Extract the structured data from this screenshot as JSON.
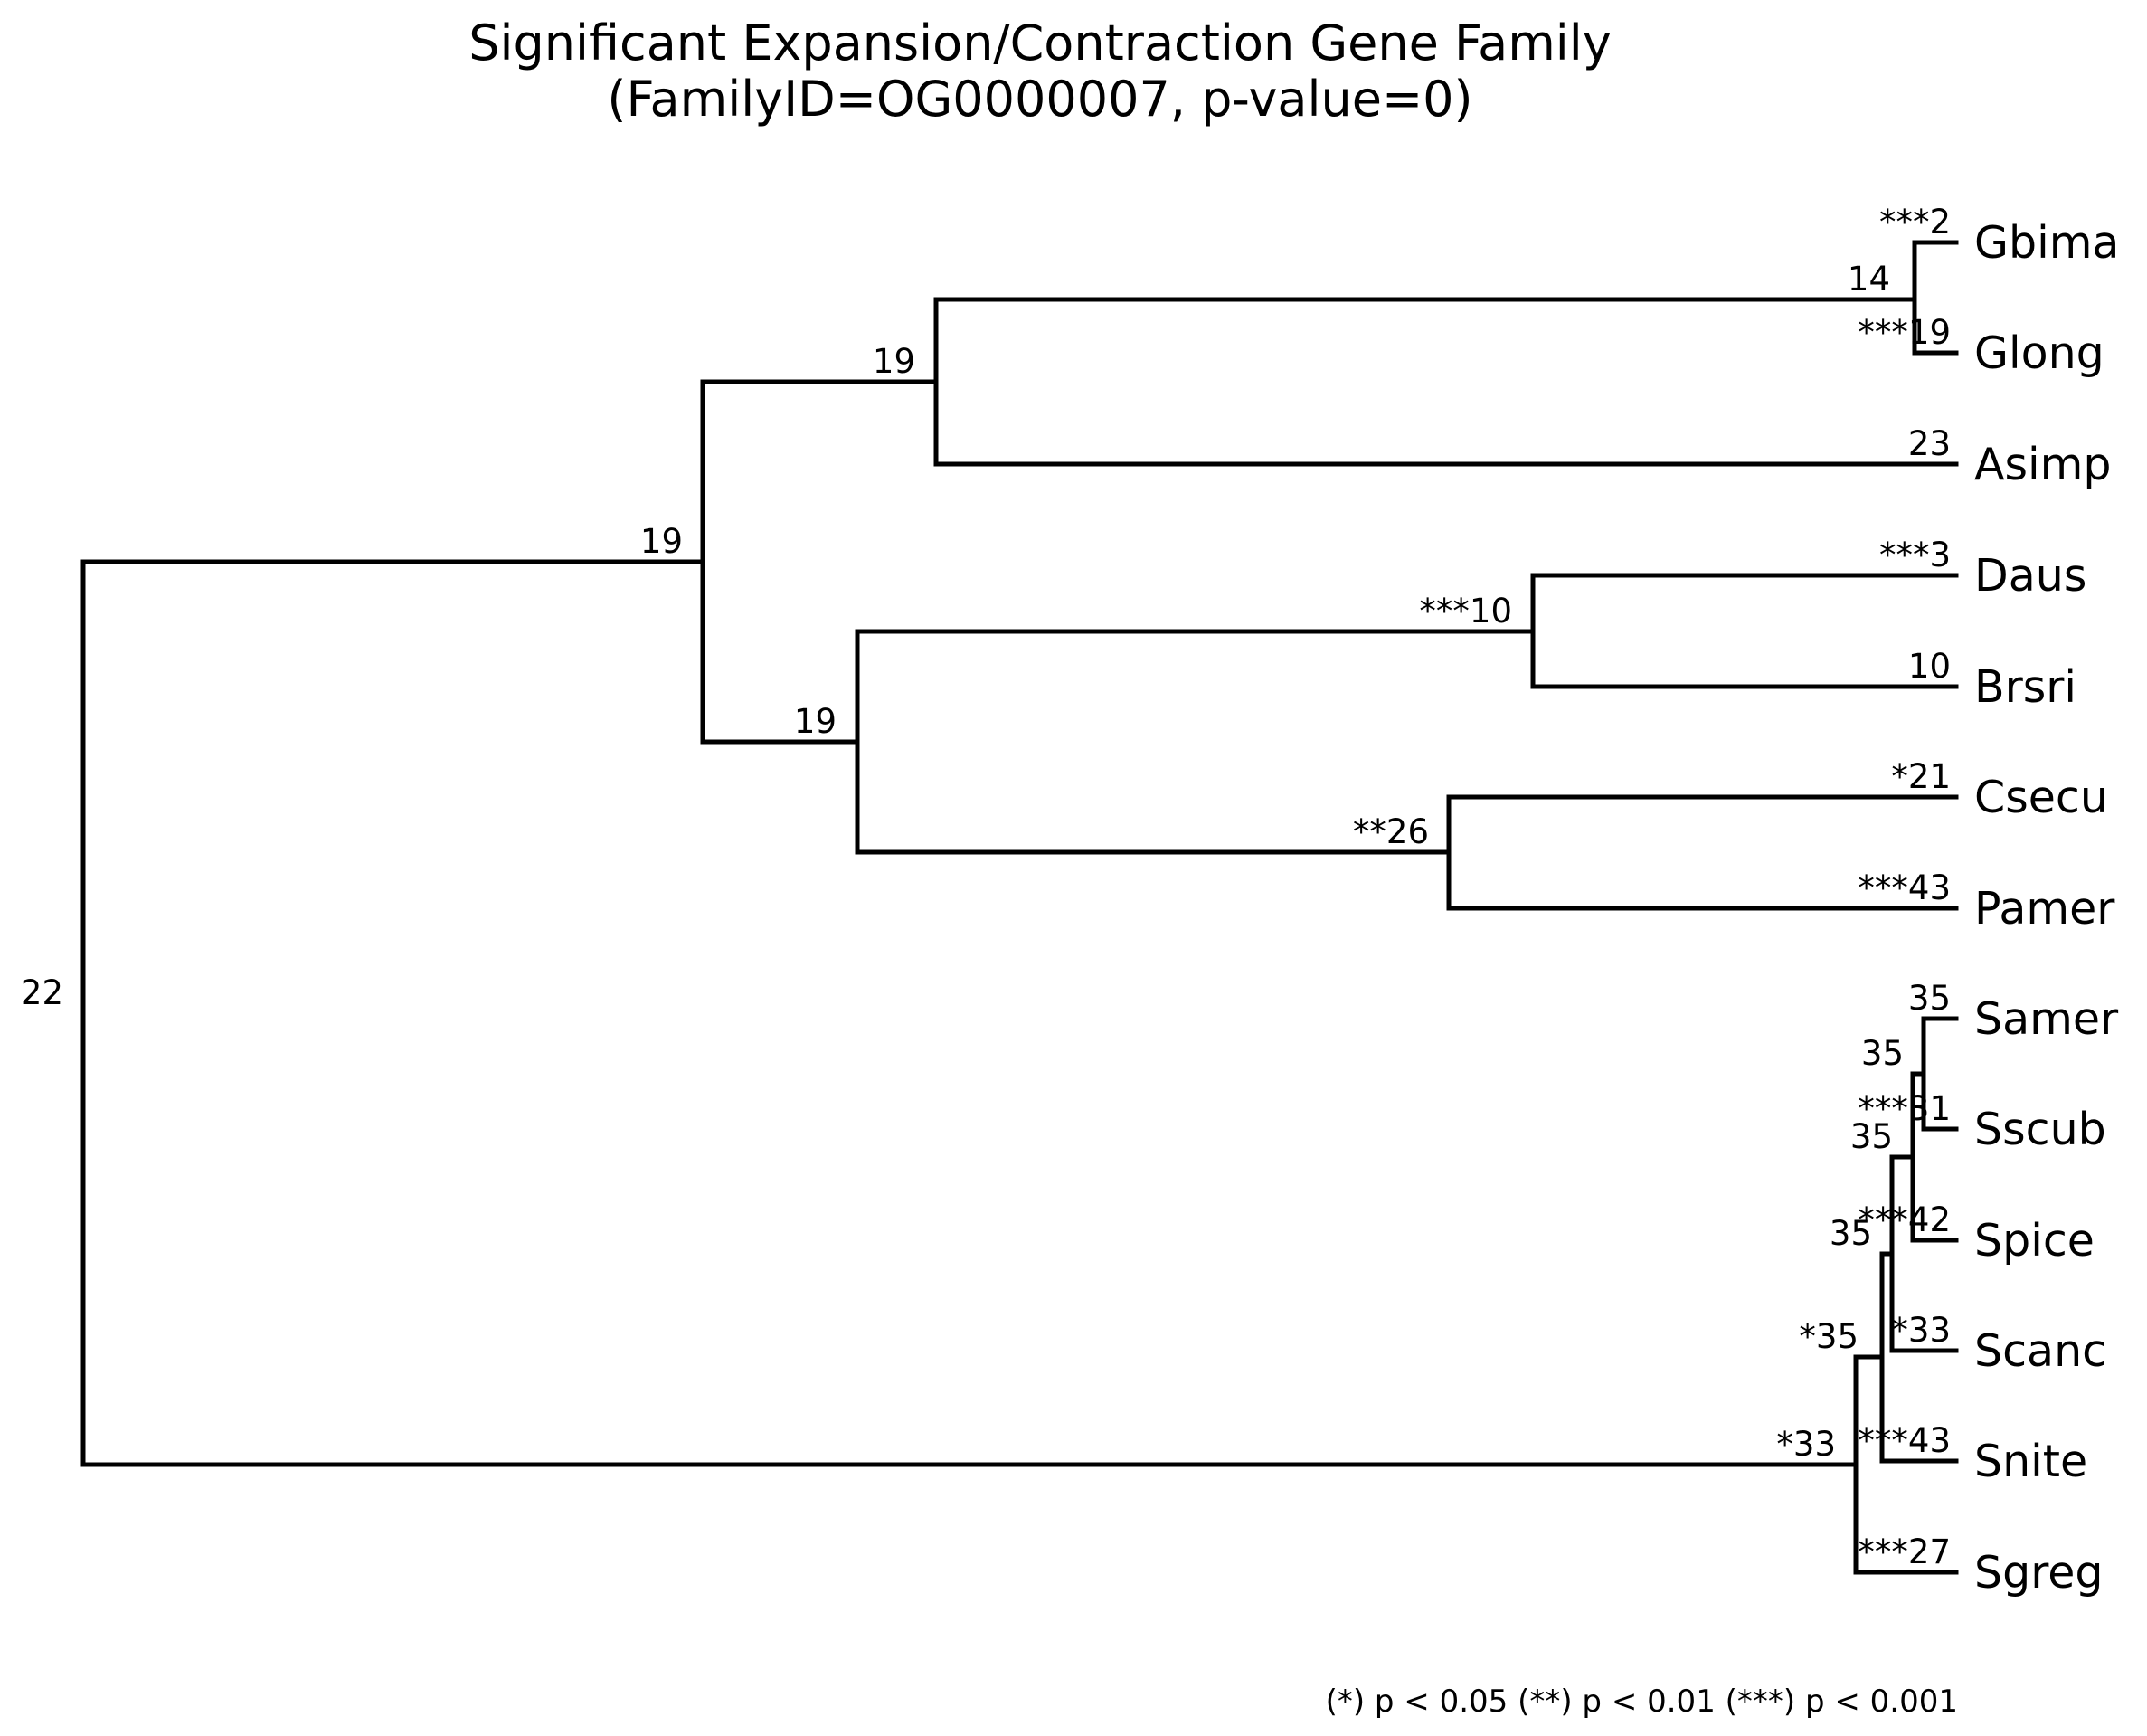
{
  "title": {
    "line1": "Significant Expansion/Contraction Gene Family",
    "line2": "(FamilyID=OG0000007, p-value=0)"
  },
  "legend": {
    "text": "(*) p < 0.05  (**) p < 0.01  (***) p < 0.001"
  },
  "colors": {
    "black": "#000000",
    "significant_blue": "#0000ff",
    "significant_red": "#ff0000"
  },
  "tree": {
    "species": [
      {
        "name": "Gbima",
        "count": "***2",
        "count_color": "#0000ff"
      },
      {
        "name": "Glong",
        "count": "***19",
        "count_color": "#ff0000"
      },
      {
        "name": "Asimp",
        "count": "23",
        "count_color": "#000000"
      },
      {
        "name": "Daus",
        "count": "***3",
        "count_color": "#0000ff"
      },
      {
        "name": "Brsri",
        "count": "10",
        "count_color": "#000000"
      },
      {
        "name": "Csecu",
        "count": "*21",
        "count_color": "#0000ff"
      },
      {
        "name": "Pamer",
        "count": "***43",
        "count_color": "#ff0000"
      },
      {
        "name": "Samer",
        "count": "35",
        "count_color": "#000000"
      },
      {
        "name": "Sscub",
        "count": "***31",
        "count_color": "#0000ff"
      },
      {
        "name": "Spice",
        "count": "***42",
        "count_color": "#ff0000"
      },
      {
        "name": "Scanc",
        "count": "*33",
        "count_color": "#0000ff"
      },
      {
        "name": "Snite",
        "count": "***43",
        "count_color": "#ff0000"
      },
      {
        "name": "Sgreg",
        "count": "***27",
        "count_color": "#0000ff"
      }
    ],
    "nodes": [
      {
        "id": "gbima-glong",
        "label": "14",
        "color": "#000000"
      },
      {
        "id": "gbima-asimp",
        "label": "19",
        "color": "#000000"
      },
      {
        "id": "daus-brsri",
        "label": "***10",
        "color": "#0000ff"
      },
      {
        "id": "csecu-pamer",
        "label": "**26",
        "color": "#ff0000"
      },
      {
        "id": "daus-pamer",
        "label": "19",
        "color": "#000000"
      },
      {
        "id": "top-clade",
        "label": "19",
        "color": "#000000"
      },
      {
        "id": "samer-sscub",
        "label": "35",
        "color": "#000000"
      },
      {
        "id": "samer-spice",
        "label": "35",
        "color": "#000000"
      },
      {
        "id": "samer-scanc",
        "label": "35",
        "color": "#000000"
      },
      {
        "id": "samer-snite",
        "label": "*35",
        "color": "#ff0000"
      },
      {
        "id": "s-clade",
        "label": "*33",
        "color": "#ff0000"
      },
      {
        "id": "root",
        "label": "22",
        "color": "#000000"
      }
    ],
    "newick": "((((Gbima,Glong)14,Asimp)19,((Daus,Brsri)***10,(Csecu,Pamer)**26)19)19,(((((Samer,Sscub)35,Spice)35,Scanc)35,Snite)*35,Sgreg)*33)22"
  }
}
